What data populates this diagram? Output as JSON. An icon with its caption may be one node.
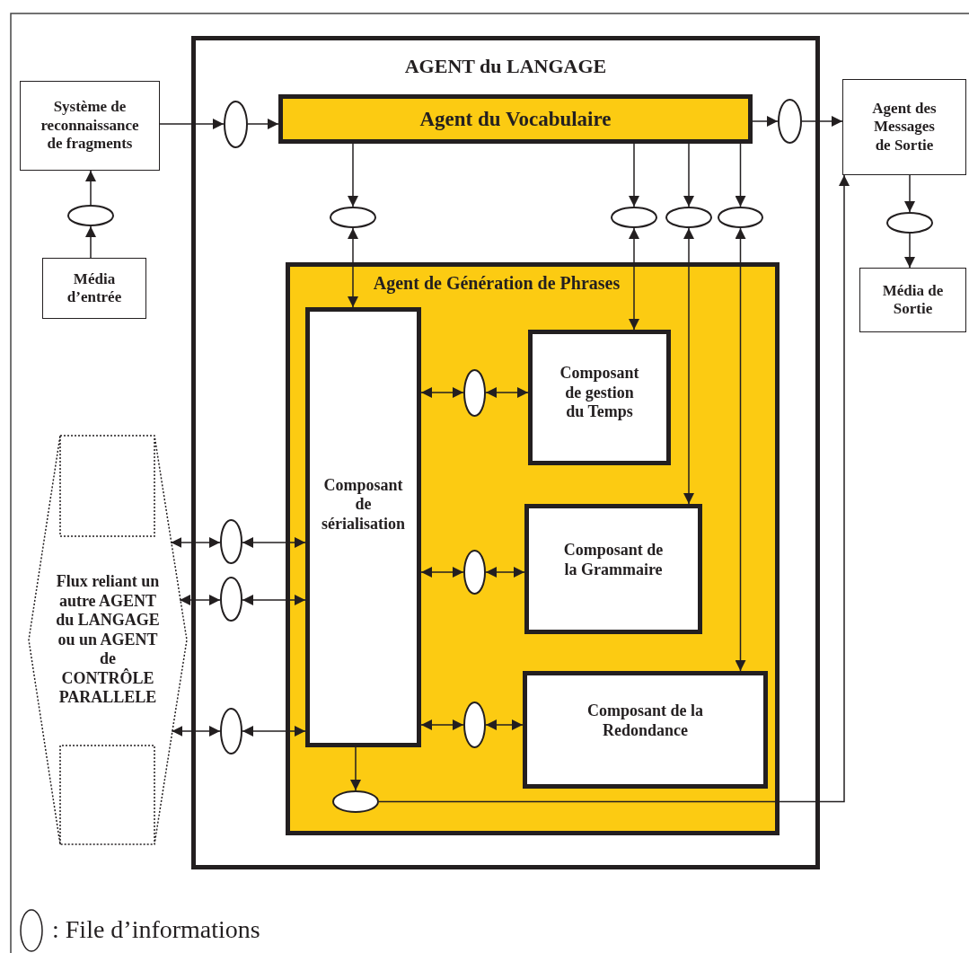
{
  "diagram": {
    "nodes": [
      {
        "text": [
          "AGENT du LANGAGE"
        ]
      },
      {
        "text": [
          "Système de reconnaissance de fragments"
        ]
      },
      {
        "text": [
          "Média d’entrée"
        ]
      },
      {
        "text": [],
        "shape": "ellipse"
      },
      {
        "text": [],
        "shape": "ellipse",
        "in": 0
      },
      {
        "text": [
          "Agent du Vocabulaire"
        ],
        "in": 0
      },
      {
        "text": [],
        "shape": "ellipse",
        "in": 0
      },
      {
        "text": [
          "Agent des Messages de Sortie"
        ]
      },
      {
        "text": [],
        "shape": "ellipse"
      },
      {
        "text": [
          "Média de Sortie"
        ]
      },
      {
        "text": [],
        "shape": "ellipse",
        "in": 0
      },
      {
        "text": [],
        "shape": "ellipse",
        "in": 0
      },
      {
        "text": [],
        "shape": "ellipse",
        "in": 0
      },
      {
        "text": [],
        "shape": "ellipse",
        "in": 0
      },
      {
        "text": [
          "Agent de Génération de Phrases"
        ],
        "in": 0
      },
      {
        "text": [
          "Composant de sérialisation"
        ],
        "in": 14
      },
      {
        "text": [
          "Composant de gestion du Temps"
        ],
        "in": 14
      },
      {
        "text": [
          "Composant de la Grammaire"
        ],
        "in": 14
      },
      {
        "text": [
          "Composant de la Redondance"
        ],
        "in": 14
      },
      {
        "text": [],
        "shape": "ellipse",
        "in": 14
      },
      {
        "text": [],
        "shape": "ellipse",
        "in": 14
      },
      {
        "text": [],
        "shape": "ellipse",
        "in": 14
      },
      {
        "text": [],
        "shape": "ellipse",
        "in": 14
      },
      {
        "text": [
          "Flux reliant un autre AGENT du LANGAGE ou un AGENT de CONTRÔLE PARALLELE"
        ]
      },
      {
        "text": [],
        "shape": "ellipse",
        "in": 0
      },
      {
        "text": [],
        "shape": "ellipse",
        "in": 0
      },
      {
        "text": [],
        "shape": "ellipse",
        "in": 0
      }
    ],
    "edges": [
      {
        "from": 2,
        "to": 3,
        "arrow": "to"
      },
      {
        "from": 3,
        "to": 1,
        "arrow": "to"
      },
      {
        "from": 1,
        "to": 4,
        "arrow": "to"
      },
      {
        "from": 4,
        "to": 5,
        "arrow": "to"
      },
      {
        "from": 5,
        "to": 6,
        "arrow": "to"
      },
      {
        "from": 6,
        "to": 7,
        "arrow": "to"
      },
      {
        "from": 7,
        "to": 8,
        "arrow": "to"
      },
      {
        "from": 8,
        "to": 9,
        "arrow": "to"
      },
      {
        "from": 5,
        "to": 10,
        "arrow": "to"
      },
      {
        "from": 10,
        "to": 15,
        "arrow": "both"
      },
      {
        "from": 5,
        "to": 11,
        "arrow": "to"
      },
      {
        "from": 11,
        "to": 16,
        "arrow": "both"
      },
      {
        "from": 5,
        "to": 12,
        "arrow": "to"
      },
      {
        "from": 12,
        "to": 17,
        "arrow": "both"
      },
      {
        "from": 5,
        "to": 13,
        "arrow": "to"
      },
      {
        "from": 13,
        "to": 18,
        "arrow": "both"
      },
      {
        "from": 15,
        "to": 19,
        "arrow": "both"
      },
      {
        "from": 19,
        "to": 16,
        "arrow": "both"
      },
      {
        "from": 15,
        "to": 20,
        "arrow": "both"
      },
      {
        "from": 20,
        "to": 17,
        "arrow": "both"
      },
      {
        "from": 15,
        "to": 21,
        "arrow": "both"
      },
      {
        "from": 21,
        "to": 18,
        "arrow": "both"
      },
      {
        "from": 15,
        "to": 22,
        "arrow": "to"
      },
      {
        "from": 22,
        "to": 7,
        "arrow": "to"
      },
      {
        "from": 23,
        "to": 24,
        "arrow": "both"
      },
      {
        "from": 24,
        "to": 15,
        "arrow": "both"
      },
      {
        "from": 23,
        "to": 25,
        "arrow": "both"
      },
      {
        "from": 25,
        "to": 15,
        "arrow": "both"
      },
      {
        "from": 23,
        "to": 26,
        "arrow": "both"
      },
      {
        "from": 26,
        "to": 15,
        "arrow": "both"
      }
    ],
    "legend": [
      {
        "text": ": File d’informations"
      }
    ]
  }
}
